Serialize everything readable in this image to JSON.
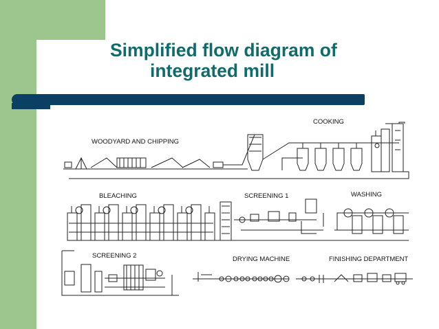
{
  "slide": {
    "title_line1": "Simplified flow diagram of",
    "title_line2": "integrated mill"
  },
  "diagram": {
    "sections": {
      "cooking": "COOKING",
      "woodyard": "WOODYARD AND CHIPPING",
      "bleaching": "BLEACHING",
      "screening1": "SCREENING 1",
      "washing": "WASHING",
      "screening2": "SCREENING 2",
      "drying": "DRYING MACHINE",
      "finishing": "FINISHING DEPARTMENT"
    }
  },
  "colors": {
    "accent_green": "#9cc68e",
    "rule_navy": "#0c3f64",
    "title_teal": "#106b6b"
  }
}
